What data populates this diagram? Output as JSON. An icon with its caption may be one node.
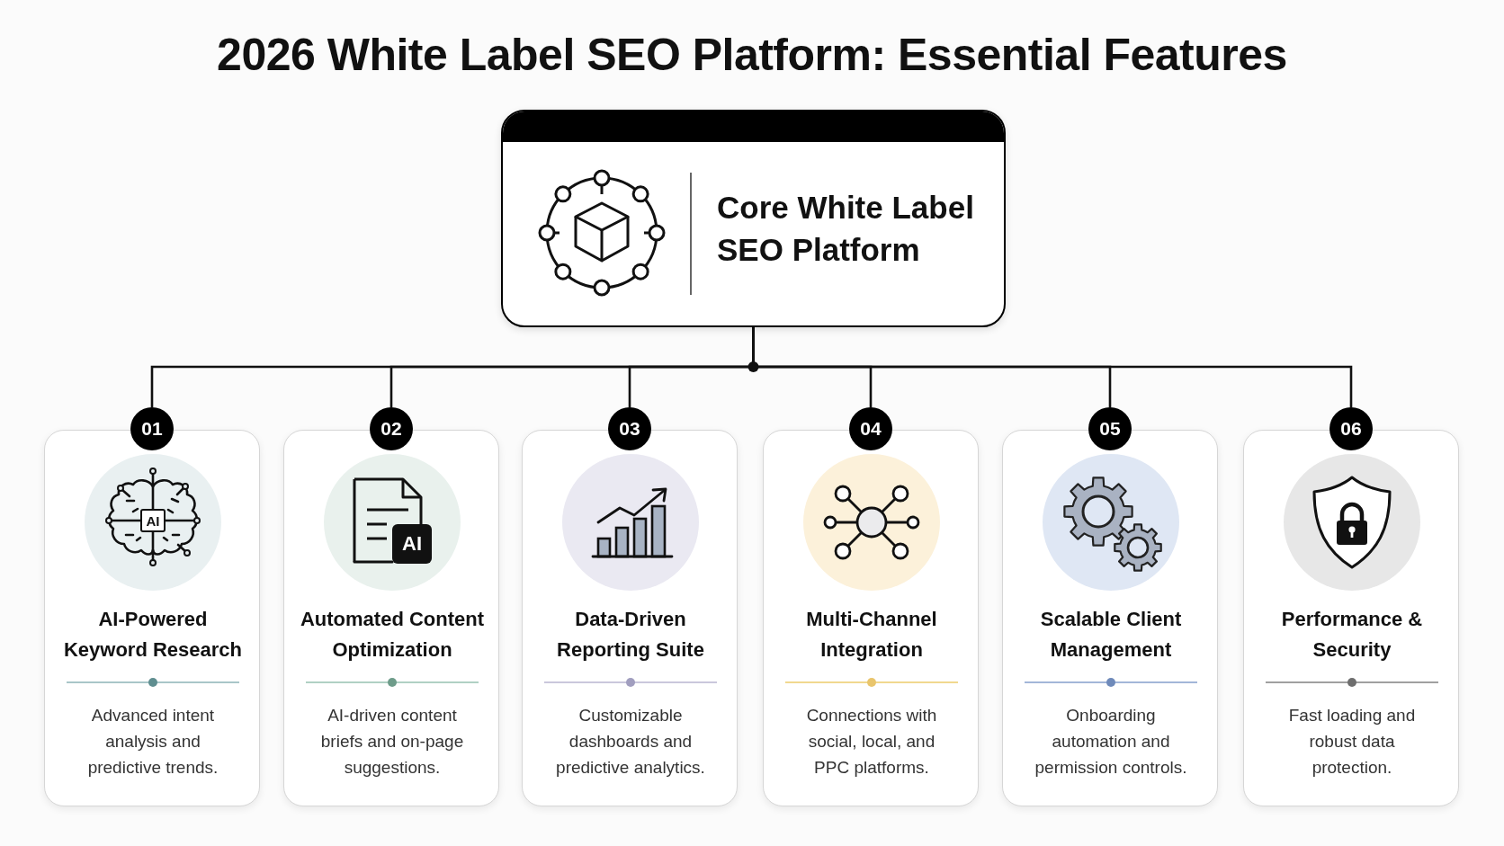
{
  "diagram": {
    "title": "2026 White Label SEO Platform: Essential Features",
    "nodes": [
      {
        "text": [
          "Core White Label SEO Platform"
        ]
      },
      {
        "text": [
          "01"
        ]
      },
      {
        "text": [
          "AI-Powered Keyword Research",
          "Advanced intent analysis and predictive trends."
        ]
      },
      {
        "text": [
          "02"
        ]
      },
      {
        "text": [
          "Automated Content Optimization",
          "AI-driven content briefs and on-page suggestions."
        ]
      },
      {
        "text": [
          "03"
        ]
      },
      {
        "text": [
          "Data-Driven Reporting Suite",
          "Customizable dashboards and predictive analytics."
        ]
      },
      {
        "text": [
          "04"
        ]
      },
      {
        "text": [
          "Multi-Channel Integration",
          "Connections with social, local, and PPC platforms."
        ]
      },
      {
        "text": [
          "05"
        ]
      },
      {
        "text": [
          "Scalable Client Management",
          "Onboarding automation and permission controls."
        ]
      },
      {
        "text": [
          "06"
        ]
      },
      {
        "text": [
          "Performance & Security",
          "Fast loading and robust data protection."
        ]
      }
    ],
    "edges": [
      {
        "from": 0,
        "to": 1,
        "arrow": "none"
      },
      {
        "from": 0,
        "to": 3,
        "arrow": "none"
      },
      {
        "from": 0,
        "to": 5,
        "arrow": "none"
      },
      {
        "from": 0,
        "to": 7,
        "arrow": "none"
      },
      {
        "from": 0,
        "to": 9,
        "arrow": "none"
      },
      {
        "from": 0,
        "to": 11,
        "arrow": "none"
      }
    ],
    "labels": [
      "AI",
      "AI"
    ]
  }
}
